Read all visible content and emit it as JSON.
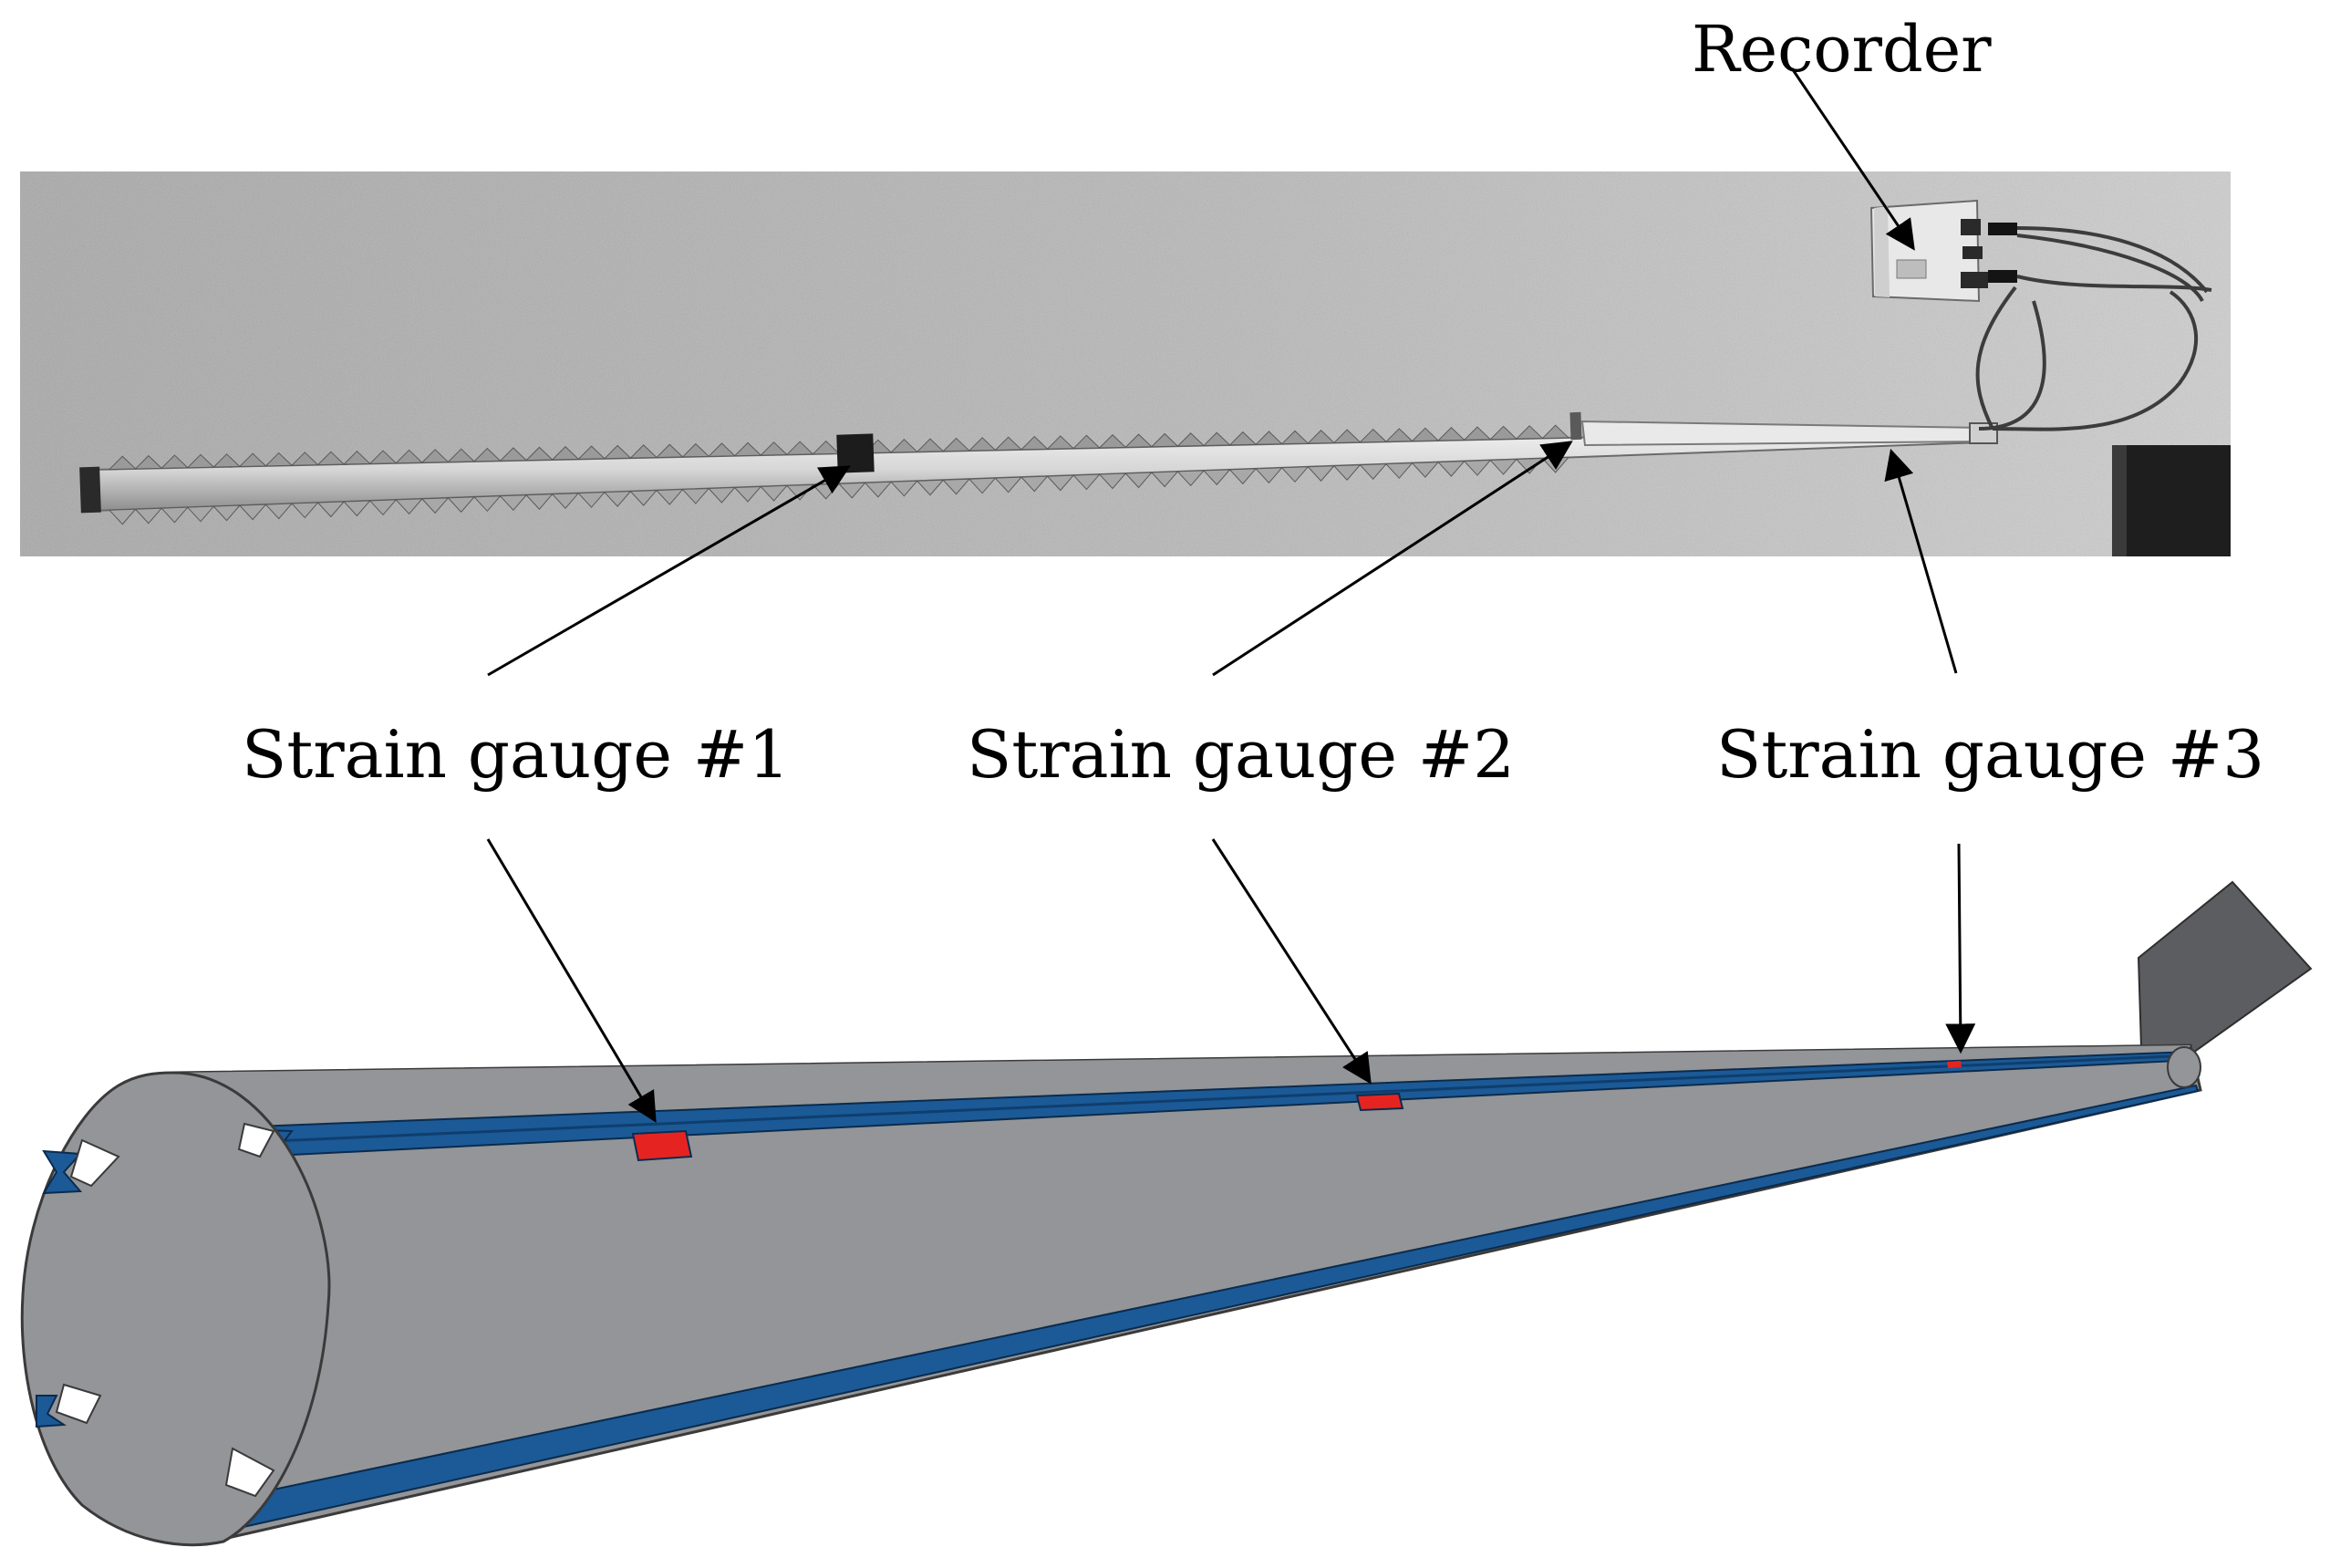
{
  "labels": {
    "recorder": "Recorder",
    "gauge1": "Strain gauge #1",
    "gauge2": "Strain gauge #2",
    "gauge3": "Strain gauge #3"
  },
  "colors": {
    "photo_background": "#b4b4b4",
    "cone_fill": "#939598",
    "cone_outline": "#3a3a3a",
    "channel_blue": "#1b5a96",
    "channel_blue_dark": "#0f3e6e",
    "gauge_red": "#e52421",
    "tip_block": "#5c5d60",
    "arrow": "#000000"
  }
}
